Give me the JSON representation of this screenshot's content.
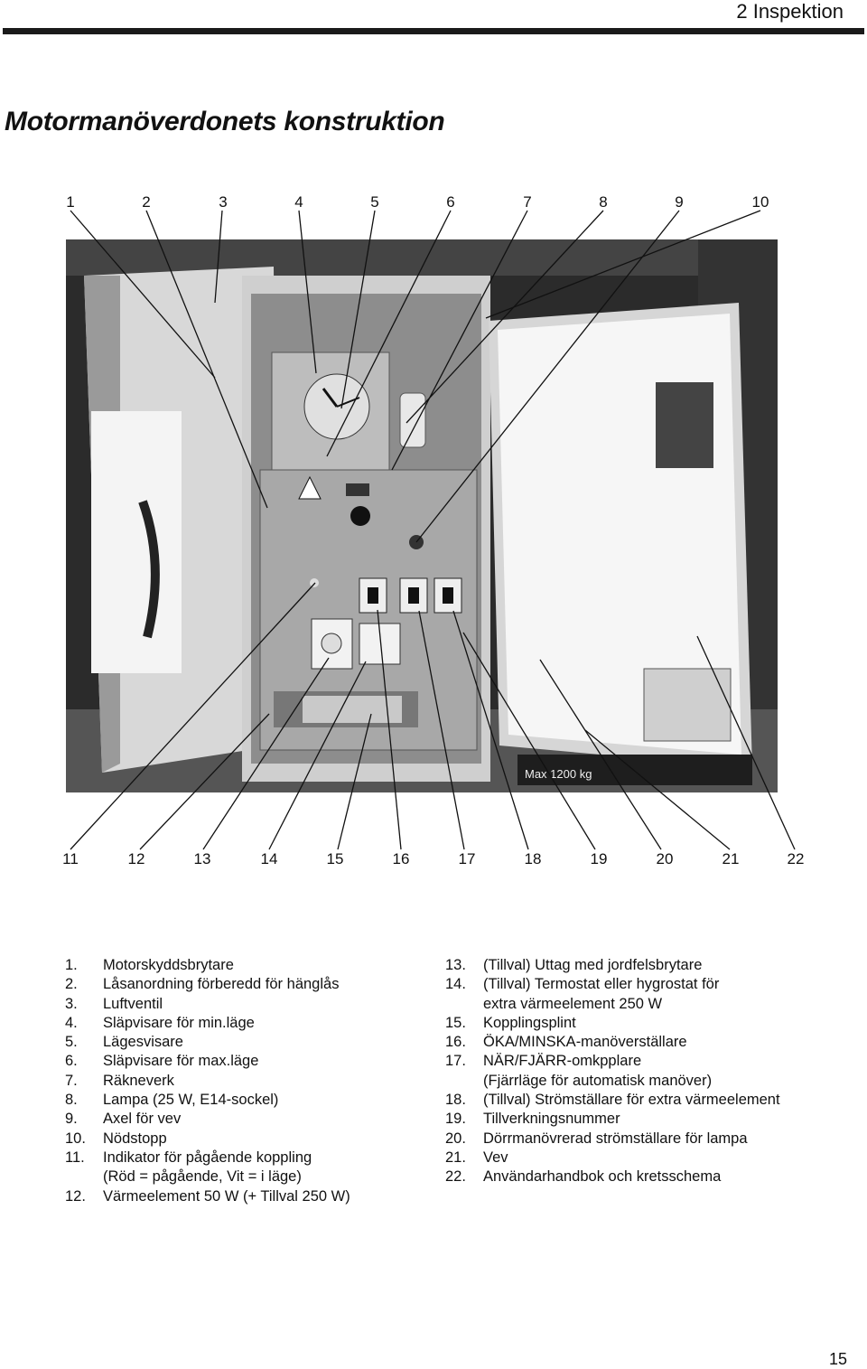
{
  "header": {
    "section": "2  Inspektion"
  },
  "title": "Motormanöverdonets konstruktion",
  "figure": {
    "top_numbers": [
      "1",
      "2",
      "3",
      "4",
      "5",
      "6",
      "7",
      "8",
      "9",
      "10"
    ],
    "bottom_numbers": [
      "11",
      "12",
      "13",
      "14",
      "15",
      "16",
      "17",
      "18",
      "19",
      "20",
      "21",
      "22"
    ],
    "sign_text": "Max 1200 kg"
  },
  "legend_left": [
    {
      "n": "1.",
      "t": "Motorskyddsbrytare"
    },
    {
      "n": "2.",
      "t": "Låsanordning förberedd för hänglås"
    },
    {
      "n": "3.",
      "t": "Luftventil"
    },
    {
      "n": "4.",
      "t": "Släpvisare för min.läge"
    },
    {
      "n": "5.",
      "t": "Lägesvisare"
    },
    {
      "n": "6.",
      "t": "Släpvisare för max.läge"
    },
    {
      "n": "7.",
      "t": "Räkneverk"
    },
    {
      "n": "8.",
      "t": "Lampa (25 W, E14-sockel)"
    },
    {
      "n": "9.",
      "t": "Axel för vev"
    },
    {
      "n": "10.",
      "t": "Nödstopp"
    },
    {
      "n": "11.",
      "t": "Indikator för pågående koppling",
      "t2": "(Röd = pågående, Vit = i läge)"
    },
    {
      "n": "12.",
      "t": "Värmeelement 50 W (+ Tillval 250 W)"
    }
  ],
  "legend_right": [
    {
      "n": "13.",
      "t": "(Tillval) Uttag med jordfelsbrytare"
    },
    {
      "n": "14.",
      "t": "(Tillval) Termostat eller hygrostat för",
      "t2": "extra värmeelement 250 W"
    },
    {
      "n": "15.",
      "t": "Kopplingsplint"
    },
    {
      "n": "16.",
      "t": "ÖKA/MINSKA-manöverställare"
    },
    {
      "n": "17.",
      "t": "NÄR/FJÄRR-omkpplare",
      "t2": "(Fjärrläge för automatisk manöver)"
    },
    {
      "n": "18.",
      "t": "(Tillval) Strömställare för extra värmeelement"
    },
    {
      "n": "19.",
      "t": "Tillverkningsnummer"
    },
    {
      "n": "20.",
      "t": "Dörrmanövrerad strömställare för lampa"
    },
    {
      "n": "21.",
      "t": "Vev"
    },
    {
      "n": "22.",
      "t": "Användarhandbok och kretsschema"
    }
  ],
  "page_number": "15"
}
